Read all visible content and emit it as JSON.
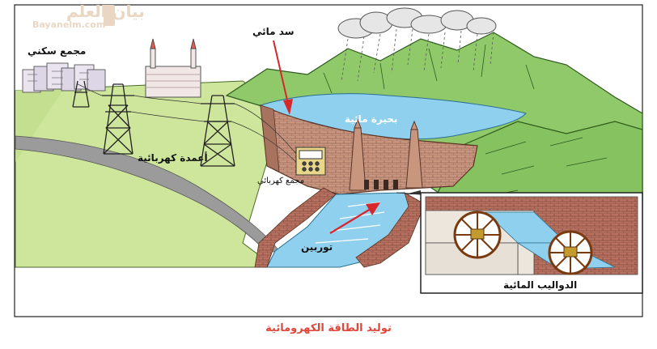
{
  "watermark": {
    "arabic": "بيان العلم",
    "url": "Bayanelm.com"
  },
  "labels": {
    "residential": "مجمع سكني",
    "dam": "سد مائي",
    "lake": "بحيرة مائية",
    "towers": "أعمدة كهربائية",
    "power_station": "مجمع كهربائي",
    "turbine": "توربين",
    "water_wheels": "الدواليب المائية"
  },
  "caption": "توليد الطاقة الكهرومائية",
  "colors": {
    "grass": "#cde69b",
    "mountain": "#8fc96a",
    "water": "#8fd0ee",
    "dam": "#c8957f",
    "arrow": "#d8262d",
    "caption": "#e0463a",
    "wheel": "#7a3a10",
    "brick": "#b06a55"
  }
}
